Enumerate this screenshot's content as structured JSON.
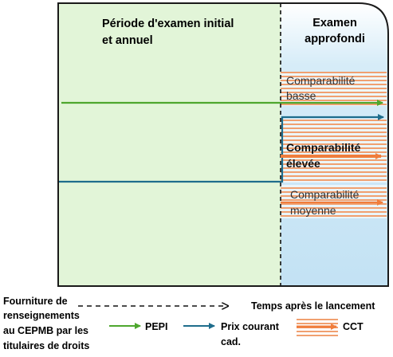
{
  "diagram": {
    "zones": {
      "initial_title_line1": "Période d'examen initial",
      "initial_title_line2": "et annuel",
      "detailed_title_line1": "Examen",
      "detailed_title_line2": "approfondi"
    },
    "bands": {
      "low_line1": "Comparabilité",
      "low_line2": "basse",
      "high_line1": "Comparabilité",
      "high_line2": "élevée",
      "medium_line1": "Comparabilité",
      "medium_line2": "moyenne"
    },
    "legend": {
      "filing_line1": "Fourniture de",
      "filing_line2": "renseignements",
      "filing_line3": "au CEPMB par les",
      "filing_line4": "titulaires de droits",
      "time_label": "Temps après le lancement",
      "pepi_label": "PEPI",
      "price_line1": "Prix courant",
      "price_line2": "cad.",
      "cct_label": "CCT"
    },
    "colors": {
      "initial_zone": "#e2f5d8",
      "detailed_zone_top": "#ffffff",
      "detailed_zone_bottom": "#c6e3f5",
      "green_line": "#4ea72e",
      "blue_line": "#1f6d8c",
      "orange": "#f07d3c",
      "frame": "#1a1a1a"
    }
  }
}
